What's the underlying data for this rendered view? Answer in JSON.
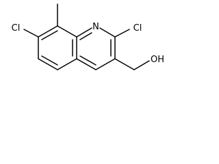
{
  "molecule": {
    "atoms": {
      "n": "N",
      "cl_left": "Cl",
      "cl_right": "Cl",
      "oh": "OH"
    }
  }
}
